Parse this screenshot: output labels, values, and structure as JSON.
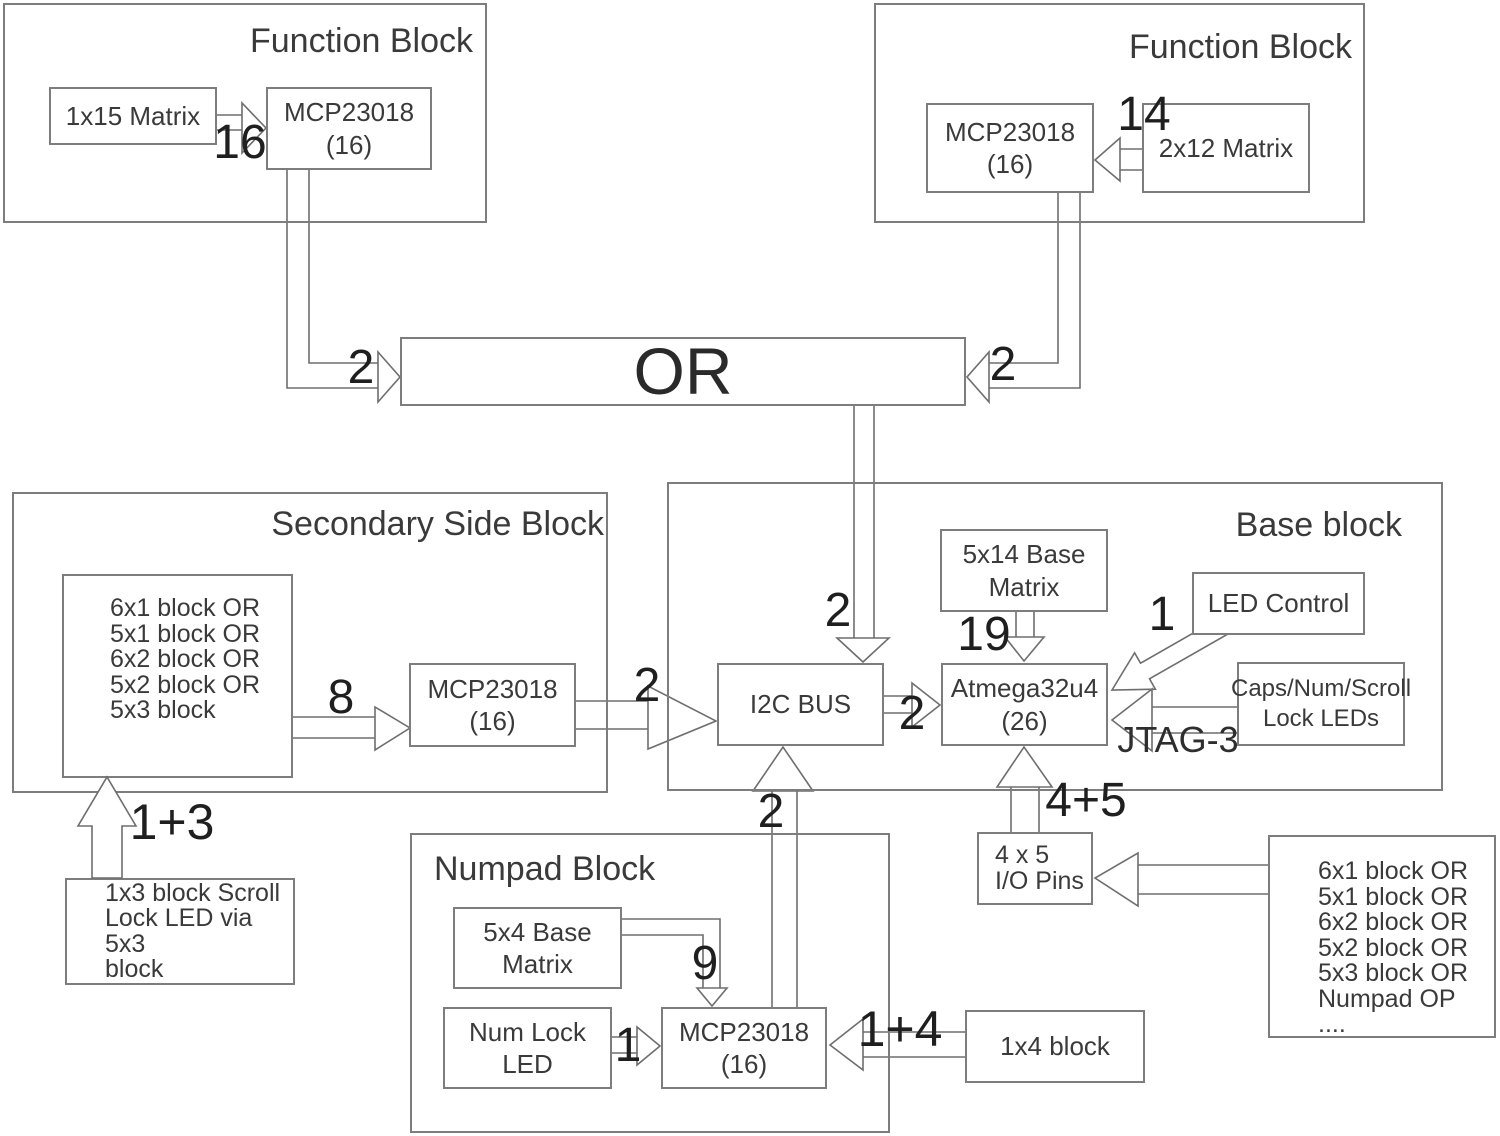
{
  "function_block_left": {
    "title": "Function Block",
    "matrix_label": "1x15 Matrix",
    "chip_line1": "MCP23018",
    "chip_line2": "(16)",
    "pin_count": "16",
    "or_wires": "2"
  },
  "function_block_right": {
    "title": "Function Block",
    "matrix_label": "2x12 Matrix",
    "chip_line1": "MCP23018",
    "chip_line2": "(16)",
    "pin_count": "14",
    "or_wires": "2"
  },
  "or_block": {
    "label": "OR",
    "down_wires": "2"
  },
  "secondary_block": {
    "title": "Secondary Side Block",
    "options": [
      "6x1 block OR",
      "5x1 block OR",
      "6x2 block OR",
      "5x2 block OR",
      "5x3 block"
    ],
    "wire_count": "8",
    "chip_line1": "MCP23018",
    "chip_line2": "(16)",
    "i2c_wires": "2"
  },
  "base_block": {
    "title": "Base block",
    "matrix_line1": "5x14 Base",
    "matrix_line2": "Matrix",
    "matrix_wires": "19",
    "led_control": "LED Control",
    "led_wires": "1",
    "i2c_label": "I2C BUS",
    "i2c_to_mcu_wires": "2",
    "mcu_line1": "Atmega32u4",
    "mcu_line2": "(26)",
    "lock_leds_line1": "Caps/Num/Scroll",
    "lock_leds_line2": "Lock LEDs",
    "jtag_label": "JTAG-3",
    "io_wires": "4+5",
    "numpad_wires": "2"
  },
  "io_pins_box": {
    "line1": "4 x 5",
    "line2": "I/O Pins"
  },
  "numpad_block": {
    "title": "Numpad Block",
    "matrix_line1": "5x4 Base",
    "matrix_line2": "Matrix",
    "matrix_wires": "9",
    "numlock_label": "Num Lock LED",
    "numlock_wires": "1",
    "chip_line1": "MCP23018",
    "chip_line2": "(16)",
    "block_wires": "1+4"
  },
  "one_by_four_block": {
    "label": "1x4 block"
  },
  "scroll_lock_box": {
    "line1": "1x3 block Scroll",
    "line2": "Lock LED via 5x3",
    "line3": "block",
    "wires": "1+3"
  },
  "expansion_options_box": {
    "items": [
      "6x1 block OR",
      "5x1 block OR",
      "6x2 block OR",
      "5x2 block OR",
      "5x3 block OR",
      "Numpad OP",
      "...."
    ]
  }
}
